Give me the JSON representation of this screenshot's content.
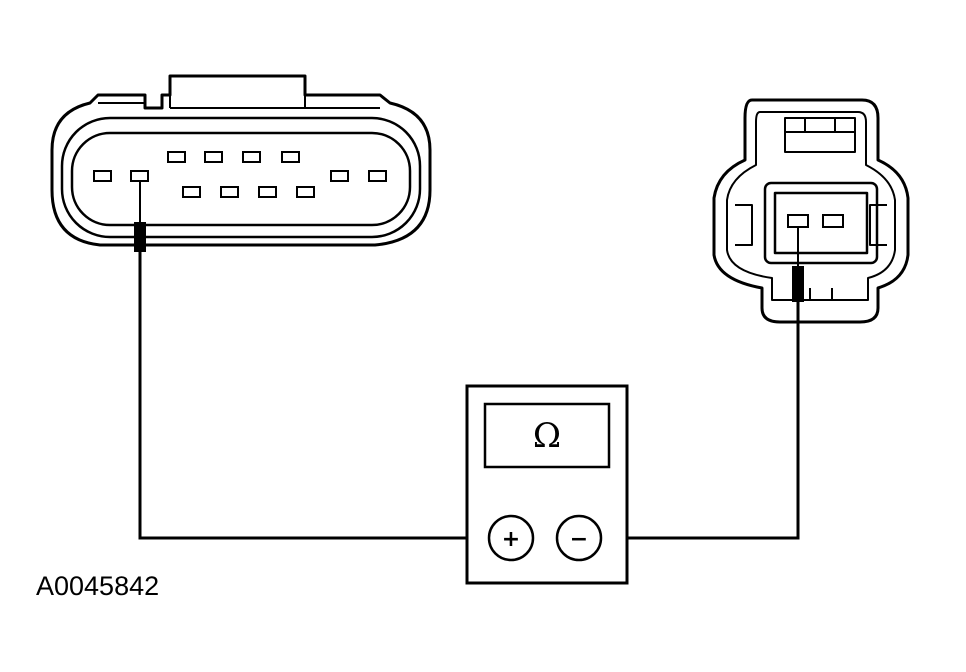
{
  "figure": {
    "id_label": "A0045842",
    "background": "#ffffff",
    "line_color": "#000000"
  },
  "multimeter": {
    "mode_symbol": "Ω",
    "positive_terminal": "+",
    "negative_terminal": "−"
  },
  "connectors": [
    {
      "name": "multi-pin-connector",
      "pin_count": 12,
      "probed_pin": 2
    },
    {
      "name": "two-pin-connector",
      "pin_count": 2,
      "probed_pin": 1
    }
  ]
}
